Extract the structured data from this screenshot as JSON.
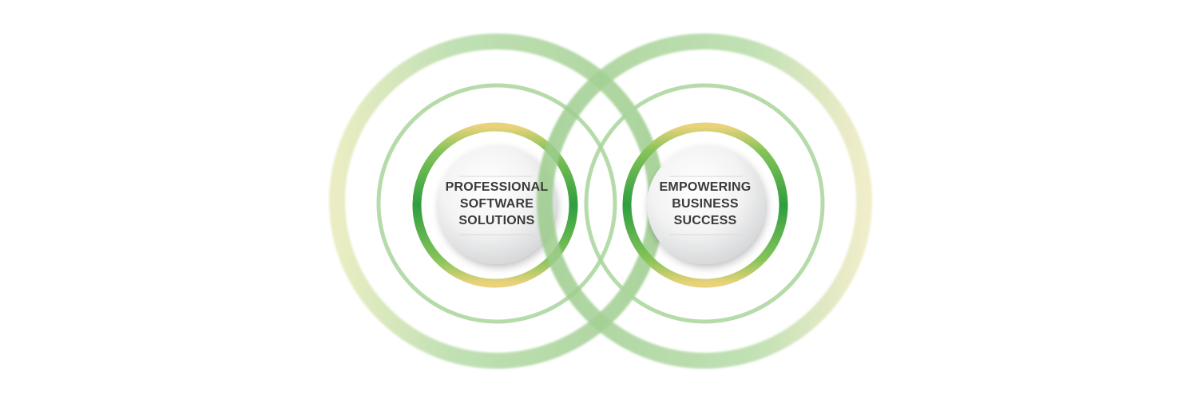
{
  "diagram": {
    "left_circle": {
      "lines": [
        "PROFESSIONAL",
        "SOFTWARE",
        "SOLUTIONS"
      ]
    },
    "right_circle": {
      "lines": [
        "EMPOWERING",
        "BUSINESS",
        "SUCCESS"
      ]
    }
  },
  "colors": {
    "ring_green": "#9ccc8c",
    "ring_light": "#e6e6b8",
    "accent_green": "#2e9e3e",
    "accent_yellow": "#e9d27a",
    "text": "#3a3a3a"
  }
}
